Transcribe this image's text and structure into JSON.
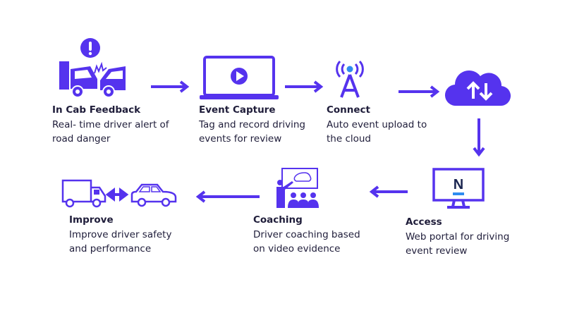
{
  "colors": {
    "accent": "#5533ee",
    "text": "#1f1d3a",
    "signal": "#2f8cf0",
    "bar": "#2f8cf0",
    "logo": "#1a2550"
  },
  "steps": [
    {
      "title": "In Cab Feedback",
      "line1": "Real- time driver alert of",
      "line2": "road danger",
      "icon": "crash-alert-icon"
    },
    {
      "title": "Event Capture",
      "line1": "Tag and record driving",
      "line2": "events for review",
      "icon": "laptop-play-icon"
    },
    {
      "title": "Connect",
      "line1": "Auto event upload to",
      "line2": "the cloud",
      "icon": "signal-tower-icon"
    },
    {
      "title": "Access",
      "line1": "Web portal for driving",
      "line2": "event review",
      "icon": "monitor-logo-icon"
    },
    {
      "title": "Coaching",
      "line1": "Driver coaching based",
      "line2": "on video evidence",
      "icon": "presentation-icon"
    },
    {
      "title": "Improve",
      "line1": "Improve driver safety",
      "line2": "and performance",
      "icon": "truck-car-icon"
    }
  ],
  "logo_letter": "N"
}
